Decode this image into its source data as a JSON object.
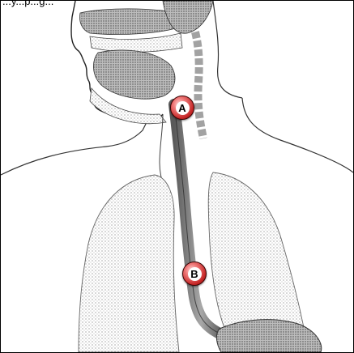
{
  "header": {
    "caption_fragment": "...y...p...g..."
  },
  "markers": [
    {
      "label": "A"
    },
    {
      "label": "B"
    }
  ],
  "colors": {
    "marker": "#c42525",
    "line": "#222222",
    "shade": "#8a8a8a"
  }
}
